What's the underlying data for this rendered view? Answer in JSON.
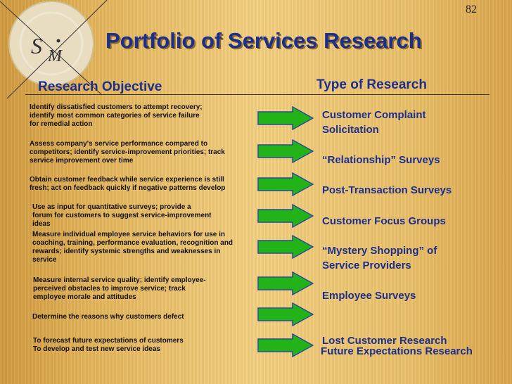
{
  "page_number": "82",
  "title": "Portfolio of Services Research",
  "logo": {
    "s": "S",
    "m": "M"
  },
  "headers": {
    "left": "Research Objective",
    "right": "Type of Research"
  },
  "objectives": [
    {
      "lines": [
        "Identify dissatisfied customers to attempt recovery;",
        "identify most common categories of service failure",
        "for remedial action"
      ]
    },
    {
      "lines": [
        "Assess company's service performance compared to",
        "competitors; identify service-improvement priorities; track",
        "service improvement over time"
      ]
    },
    {
      "lines": [
        "Obtain customer feedback while service experience is still",
        "fresh; act on feedback quickly if negative patterns develop"
      ]
    },
    {
      "lines": [
        "Use as input for quantitative surveys; provide a",
        "forum for customers to suggest service-improvement",
        "ideas"
      ]
    },
    {
      "lines": [
        "Measure individual employee service behaviors for use in",
        "coaching, training, performance evaluation, recognition and",
        "rewards; identify systemic strengths and weaknesses in",
        "service"
      ]
    },
    {
      "lines": [
        "Measure internal service quality; identify employee-",
        "perceived obstacles to improve service; track",
        "employee morale and attitudes"
      ]
    },
    {
      "lines": [
        "Determine the reasons why customers defect"
      ]
    },
    {
      "lines": [
        "To forecast future expectations of customers",
        "To develop and test new service ideas"
      ]
    }
  ],
  "research_types": [
    {
      "lines": [
        "Customer Complaint",
        "Solicitation"
      ]
    },
    {
      "lines": [
        "“Relationship” Surveys"
      ]
    },
    {
      "lines": [
        "Post-Transaction Surveys"
      ]
    },
    {
      "lines": [
        "Customer Focus Groups"
      ]
    },
    {
      "lines": [
        "“Mystery Shopping” of",
        "Service Providers"
      ]
    },
    {
      "lines": [
        "Employee Surveys"
      ]
    },
    {
      "lines": [
        "Lost Customer Research"
      ]
    },
    {
      "lines": [
        "Future Expectations Research"
      ]
    }
  ],
  "colors": {
    "title": "#1c2f8c",
    "arrow_fill": "#22b318",
    "arrow_stroke": "#2b4a9a",
    "logo_circle": "#eadfc6"
  }
}
